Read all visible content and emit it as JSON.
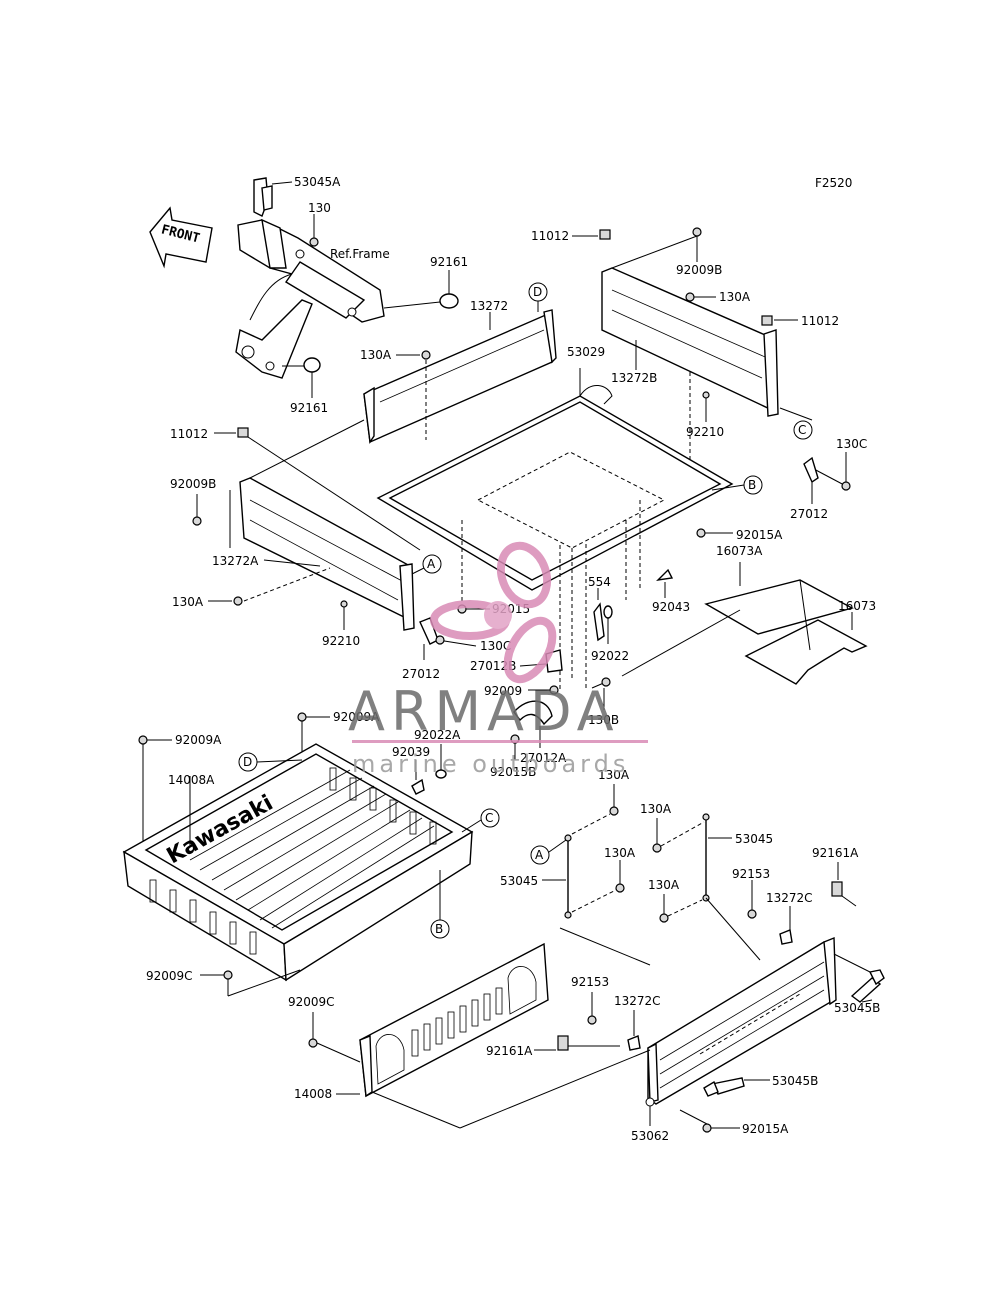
{
  "figure_code": "F2520",
  "front_arrow_label": "FRONT",
  "ref_frame_label": "Ref.Frame",
  "bed_brand_text": "Kawasaki",
  "watermark": {
    "name": "ARMADA",
    "tagline": "marine outboards",
    "accent_color": "#d98bb6"
  },
  "callouts": [
    "A",
    "B",
    "C",
    "D"
  ],
  "part_labels": {
    "p53045A": "53045A",
    "p130_top": "130",
    "p92161_top": "92161",
    "p92161_left": "92161",
    "p11012_top": "11012",
    "p92009B_right": "92009B",
    "p130A_tr": "130A",
    "p11012_right": "11012",
    "p13272": "13272",
    "p53029": "53029",
    "p130A_mid": "130A",
    "p13272B": "13272B",
    "p92210_right": "92210",
    "p130C_right": "130C",
    "p27012_right": "27012",
    "p11012_left": "11012",
    "p92009B_left": "92009B",
    "p13272A": "13272A",
    "p130A_left": "130A",
    "p92210_left": "92210",
    "p92015A_mid": "92015A",
    "p16073A": "16073A",
    "p16073": "16073",
    "p92043": "92043",
    "p554": "554",
    "p92015": "92015",
    "p130C_mid": "130C",
    "p27012_mid": "27012",
    "p27012B": "27012B",
    "p92022": "92022",
    "p92009": "92009",
    "p130B": "130B",
    "p92009A_1": "92009A",
    "p92009A_2": "92009A",
    "p92022A": "92022A",
    "p27012A": "27012A",
    "p92039": "92039",
    "p92015B": "92015B",
    "p14008A": "14008A",
    "p130A_b1": "130A",
    "p130A_b2": "130A",
    "p53045_r": "53045",
    "p130A_b3": "130A",
    "p53045_l": "53045",
    "p130A_b4": "130A",
    "p92153_r": "92153",
    "p92161A_r": "92161A",
    "p13272C_r": "13272C",
    "p92009C_1": "92009C",
    "p92009C_2": "92009C",
    "p92153_b": "92153",
    "p13272C_b": "13272C",
    "p92161A_b": "92161A",
    "p53045B_r": "53045B",
    "p14008": "14008",
    "p53045B_b": "53045B",
    "p92015A_b": "92015A",
    "p53062": "53062"
  }
}
